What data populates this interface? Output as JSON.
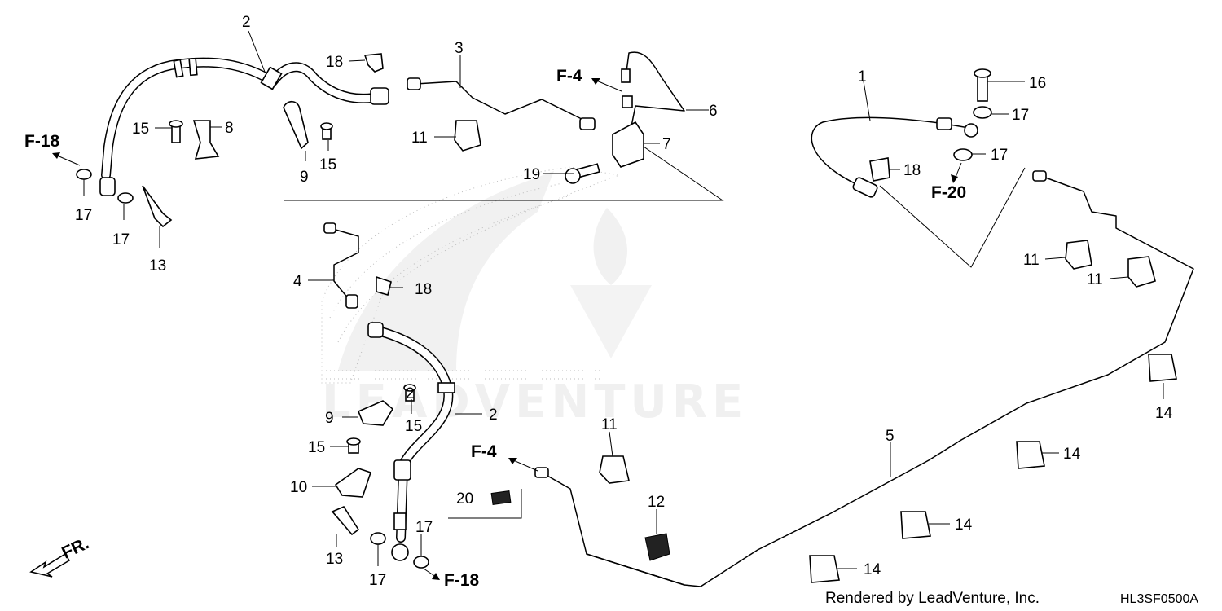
{
  "diagram": {
    "watermark": "LEADVENTURE",
    "callouts": [
      {
        "id": "c1",
        "text": "1"
      },
      {
        "id": "c2a",
        "text": "2"
      },
      {
        "id": "c2b",
        "text": "2"
      },
      {
        "id": "c3",
        "text": "3"
      },
      {
        "id": "c4",
        "text": "4"
      },
      {
        "id": "c5",
        "text": "5"
      },
      {
        "id": "c6",
        "text": "6"
      },
      {
        "id": "c7",
        "text": "7"
      },
      {
        "id": "c8",
        "text": "8"
      },
      {
        "id": "c9a",
        "text": "9"
      },
      {
        "id": "c9b",
        "text": "9"
      },
      {
        "id": "c10",
        "text": "10"
      },
      {
        "id": "c11a",
        "text": "11"
      },
      {
        "id": "c11b",
        "text": "11"
      },
      {
        "id": "c11c",
        "text": "11"
      },
      {
        "id": "c11d",
        "text": "11"
      },
      {
        "id": "c12",
        "text": "12"
      },
      {
        "id": "c13a",
        "text": "13"
      },
      {
        "id": "c13b",
        "text": "13"
      },
      {
        "id": "c14a",
        "text": "14"
      },
      {
        "id": "c14b",
        "text": "14"
      },
      {
        "id": "c14c",
        "text": "14"
      },
      {
        "id": "c14d",
        "text": "14"
      },
      {
        "id": "c15a",
        "text": "15"
      },
      {
        "id": "c15b",
        "text": "15"
      },
      {
        "id": "c15c",
        "text": "15"
      },
      {
        "id": "c15d",
        "text": "15"
      },
      {
        "id": "c16",
        "text": "16"
      },
      {
        "id": "c17a",
        "text": "17"
      },
      {
        "id": "c17b",
        "text": "17"
      },
      {
        "id": "c17c",
        "text": "17"
      },
      {
        "id": "c17d",
        "text": "17"
      },
      {
        "id": "c17e",
        "text": "17"
      },
      {
        "id": "c17f",
        "text": "17"
      },
      {
        "id": "c18a",
        "text": "18"
      },
      {
        "id": "c18b",
        "text": "18"
      },
      {
        "id": "c18c",
        "text": "18"
      },
      {
        "id": "c19",
        "text": "19"
      },
      {
        "id": "c20",
        "text": "20"
      }
    ],
    "references": [
      {
        "id": "r1",
        "text": "F-18"
      },
      {
        "id": "r2",
        "text": "F-4"
      },
      {
        "id": "r3",
        "text": "F-20"
      },
      {
        "id": "r4",
        "text": "F-4"
      },
      {
        "id": "r5",
        "text": "F-18"
      }
    ],
    "direction_label": "FR.",
    "footer_credit": "Rendered by LeadVenture, Inc.",
    "diagram_code": "HL3SF0500A"
  }
}
